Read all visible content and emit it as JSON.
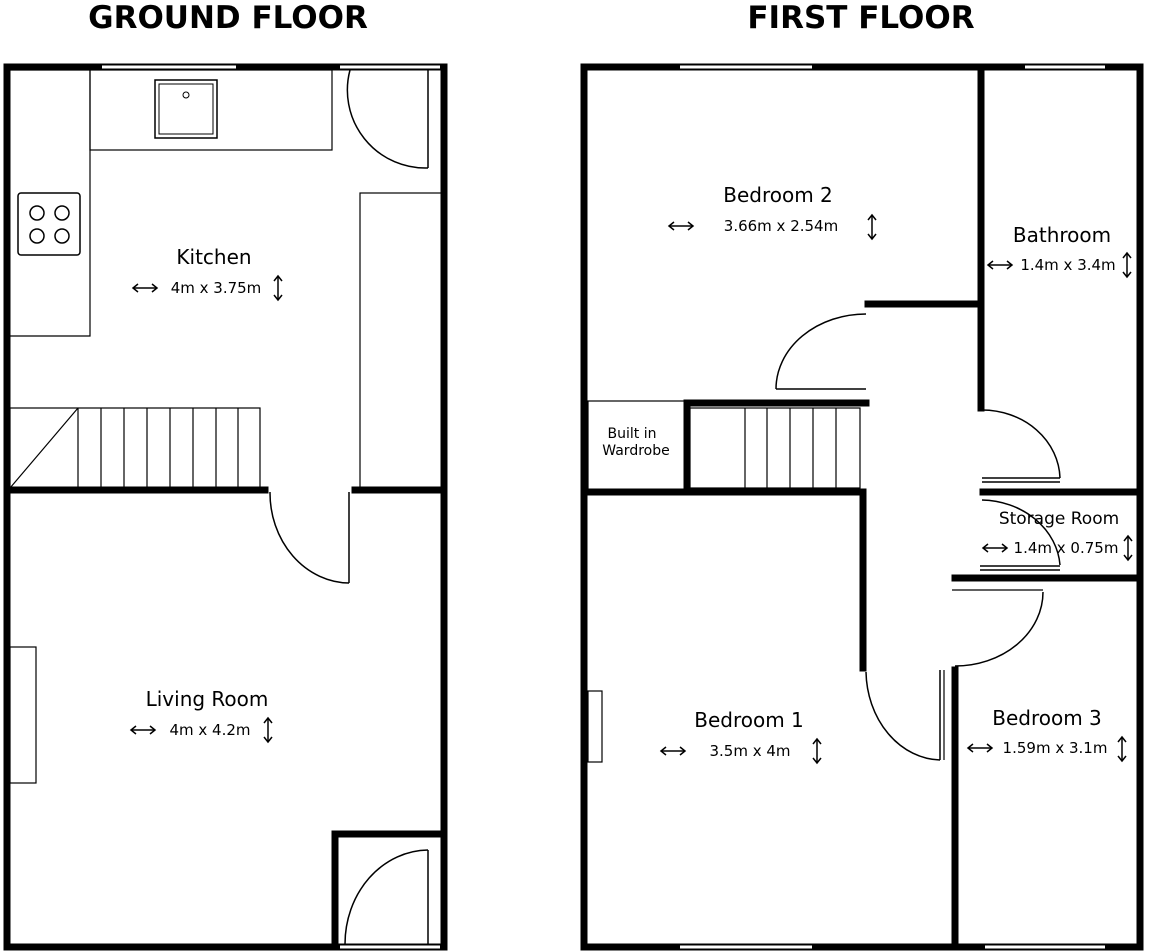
{
  "ground_floor": {
    "title": "GROUND FLOOR",
    "kitchen": {
      "name": "Kitchen",
      "dimensions": "4m x 3.75m"
    },
    "living_room": {
      "name": "Living Room",
      "dimensions": "4m x 4.2m"
    }
  },
  "first_floor": {
    "title": "FIRST FLOOR",
    "bedroom_2": {
      "name": "Bedroom 2",
      "dimensions": "3.66m x 2.54m"
    },
    "bathroom": {
      "name": "Bathroom",
      "dimensions": "1.4m x 3.4m"
    },
    "wardrobe": {
      "line1": "Built in",
      "line2": "Wardrobe"
    },
    "storage_room": {
      "name": "Storage Room",
      "dimensions": "1.4m x 0.75m"
    },
    "bedroom_1": {
      "name": "Bedroom 1",
      "dimensions": "3.5m x 4m"
    },
    "bedroom_3": {
      "name": "Bedroom 3",
      "dimensions": "1.59m x 3.1m"
    }
  },
  "colors": {
    "wall": "#000000",
    "background": "#ffffff"
  },
  "icons": [
    "sink-icon",
    "hob-icon",
    "double-arrow-horizontal-icon",
    "double-arrow-vertical-icon",
    "door-swing-icon",
    "staircase-icon"
  ]
}
